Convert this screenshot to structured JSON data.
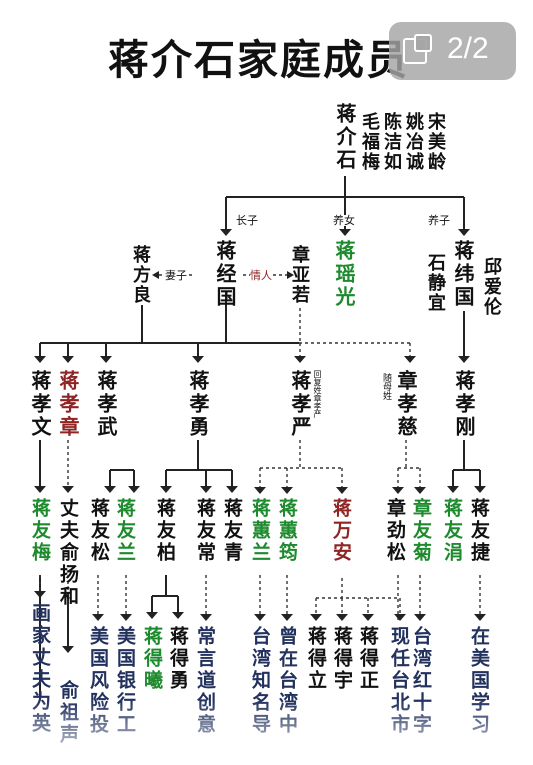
{
  "title": "蒋介石家庭成员",
  "page_indicator": "2/2",
  "root": {
    "name": "蒋介石",
    "spouses": [
      "毛福梅",
      "陈洁如",
      "姚冶诚",
      "宋美龄"
    ]
  },
  "gen1": {
    "jingguo": "蒋经国",
    "fangliang": "蒋方良",
    "yaruo": "章亚若",
    "yaoguang": "蒋瑶光",
    "weiguo": "蒋纬国",
    "shijingyi": "石静宜",
    "qiuailun": "邱爱伦"
  },
  "labels": {
    "zhangzi": "长子",
    "yangnu": "养女",
    "yangzi": "养子",
    "qizi": "妻子",
    "qingren": "情人",
    "xiaoyan_note": "回复姓章孝严",
    "xiaoci_note": "随母姓"
  },
  "gen2": {
    "xiaowen": "蒋孝文",
    "xiaozhang": "蒋孝章",
    "xiaowu": "蒋孝武",
    "xiaoyong": "蒋孝勇",
    "xiaoyan": "蒋孝严",
    "xiaoci": "章孝慈",
    "xiaogang": "蒋孝刚"
  },
  "gen3": {
    "youmei": "蒋友梅",
    "yuyanghe": "丈夫俞扬和",
    "yousong": "蒋友松",
    "youlan": "蒋友兰",
    "youbai": "蒋友柏",
    "youchang": "蒋友常",
    "youqing": "蒋友青",
    "huilan": "蒋蕙兰",
    "huijun": "蒋蕙筠",
    "wanan": "蒋万安",
    "jinsong": "章劲松",
    "youju": "章友菊",
    "youjuan": "蒋友涓",
    "youjie": "蒋友捷"
  },
  "gen4": {
    "dexi": "蒋得曦",
    "deyong": "蒋得勇",
    "deli": "蒋得立",
    "deyu": "蒋得宇",
    "dezheng": "蒋得正"
  },
  "notes": {
    "youmei": "画家丈夫为英",
    "yuyanghe": "俞祖声",
    "yousong": "美国风险投",
    "youlan": "美国银行工",
    "youchang": "常言道创意",
    "huilan": "台湾知名导",
    "huijun": "曾在台湾中",
    "jinsong": "现任台北市",
    "youju": "台湾红十字",
    "youjie": "在美国学习"
  },
  "colors": {
    "black": "#111111",
    "green": "#1e8a2e",
    "red": "#8f2424",
    "navy": "#22315e"
  }
}
